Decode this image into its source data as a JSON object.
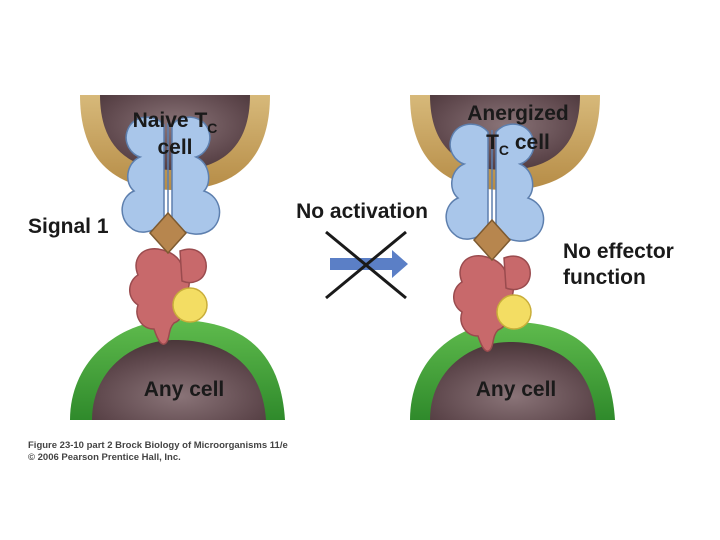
{
  "panels": {
    "left": {
      "top_cell_label_line1": "Naive T",
      "top_cell_label_sub": "C",
      "top_cell_label_line2": "cell",
      "side_label": "Signal 1",
      "bottom_cell_label": "Any cell"
    },
    "right": {
      "top_cell_label_line1": "Anergized",
      "top_cell_label_line2_main": "T",
      "top_cell_label_line2_sub": "C",
      "top_cell_label_line2_tail": " cell",
      "side_label_line1": "No effector",
      "side_label_line2": "function",
      "bottom_cell_label": "Any cell"
    }
  },
  "transition": {
    "label": "No activation",
    "arrow_color": "#5b7fc6",
    "cross_color": "#1a1a1a"
  },
  "colors": {
    "tcell_membrane": "#c9a55e",
    "cell_interior": "#5a4448",
    "apc_membrane": "#4ea640",
    "tcr": "#a9c6ea",
    "mhc": "#c56a68",
    "antigen_peptide": "#b7864e",
    "b2m": "#f2dd62"
  },
  "caption": {
    "line1": "Figure 23-10 part 2  Brock Biology of Microorganisms 11/e",
    "line2": "© 2006 Pearson Prentice Hall, Inc."
  }
}
